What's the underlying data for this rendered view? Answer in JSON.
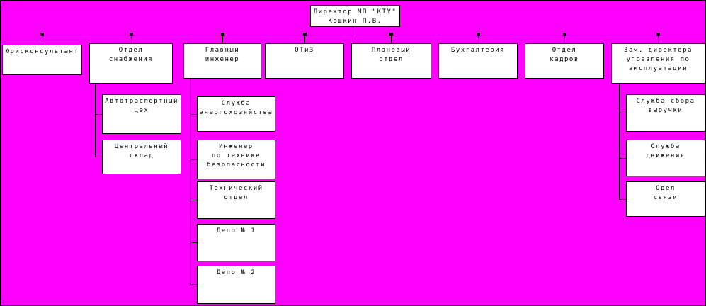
{
  "colors": {
    "background": "#FF00FF",
    "box_bg": "#FFFFFF",
    "box_border": "#000000",
    "line_color": "#000000"
  },
  "nodes": {
    "director": {
      "label": "Директор МП \"КТУ\"\nКошкин П.В."
    },
    "legal_counsel": {
      "label": "Юрисконсультант"
    },
    "supply_dept": {
      "label": "Отдел\nснабжения",
      "children": {
        "transport_shop": {
          "label": "Автотраспортный\nцех"
        },
        "central_warehouse": {
          "label": "Центральный\nсклад"
        }
      }
    },
    "chief_engineer": {
      "label": "Главный\nинженер",
      "children": {
        "energy_service": {
          "label": "Служба\nэнергохозяйства"
        },
        "safety_engineer": {
          "label": "Инженер\nпо технике\nбезопасности"
        },
        "technical_dept": {
          "label": "Технический\nотдел"
        },
        "depot_1": {
          "label": "Депо № 1"
        },
        "depot_2": {
          "label": "Депо № 2"
        }
      }
    },
    "otiz": {
      "label": "ОТиЗ"
    },
    "planning_dept": {
      "label": "Плановый\nотдел"
    },
    "accounting": {
      "label": "Бухгалтерия"
    },
    "hr_dept": {
      "label": "Отдел\nкадров"
    },
    "deputy_director": {
      "label": "Зам. директора\nуправления по\nэксплуатации",
      "children": {
        "revenue_service": {
          "label": "Служба сбора\nвыручки"
        },
        "traffic_service": {
          "label": "Служба\nдвижения"
        },
        "comms_dept": {
          "label": "Одел\nсвязи"
        }
      }
    }
  }
}
